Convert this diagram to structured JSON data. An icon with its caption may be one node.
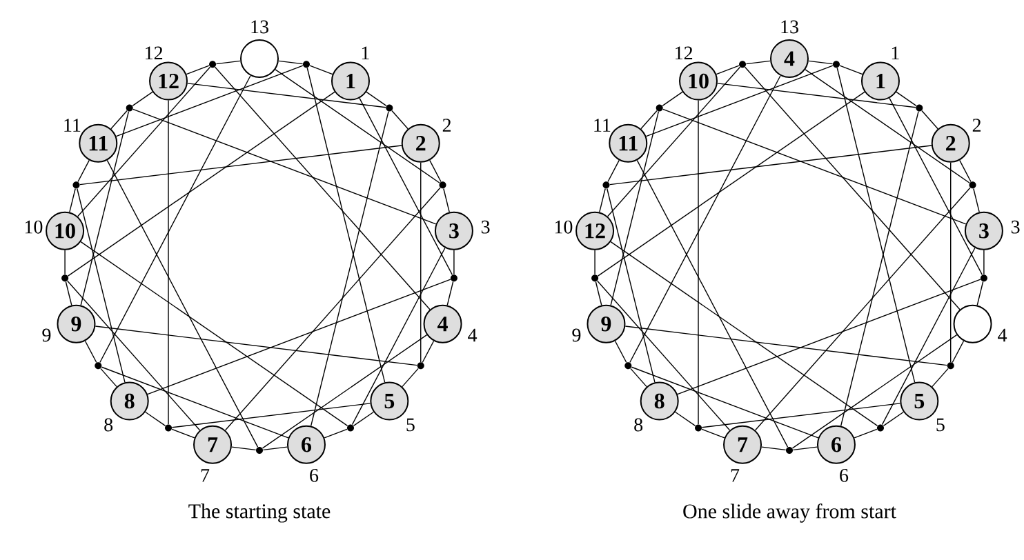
{
  "diagram": {
    "nodes": [
      {
        "text": [
          "1"
        ],
        "beside": [
          "1"
        ]
      },
      {
        "text": [
          "2"
        ],
        "beside": [
          "2"
        ]
      },
      {
        "text": [
          "3"
        ],
        "beside": [
          "3"
        ]
      },
      {
        "text": [
          "4"
        ],
        "beside": [
          "4"
        ]
      },
      {
        "text": [
          "5"
        ],
        "beside": [
          "5"
        ]
      },
      {
        "text": [
          "6"
        ],
        "beside": [
          "6"
        ]
      },
      {
        "text": [
          "7"
        ],
        "beside": [
          "7"
        ]
      },
      {
        "text": [
          "8"
        ],
        "beside": [
          "8"
        ]
      },
      {
        "text": [
          "9"
        ],
        "beside": [
          "9"
        ]
      },
      {
        "text": [
          "10"
        ],
        "beside": [
          "10"
        ]
      },
      {
        "text": [
          "11"
        ],
        "beside": [
          "11"
        ]
      },
      {
        "text": [
          "12"
        ],
        "beside": [
          "12"
        ]
      },
      {
        "text": [],
        "shape": "circle",
        "beside": [
          "13"
        ]
      },
      {
        "text": [],
        "shape": "circle"
      },
      {
        "text": [],
        "shape": "circle"
      },
      {
        "text": [],
        "shape": "circle"
      },
      {
        "text": [],
        "shape": "circle"
      },
      {
        "text": [],
        "shape": "circle"
      },
      {
        "text": [],
        "shape": "circle"
      },
      {
        "text": [],
        "shape": "circle"
      },
      {
        "text": [],
        "shape": "circle"
      },
      {
        "text": [],
        "shape": "circle"
      },
      {
        "text": [],
        "shape": "circle"
      },
      {
        "text": [],
        "shape": "circle"
      },
      {
        "text": [],
        "shape": "circle"
      },
      {
        "text": [],
        "shape": "circle"
      },
      {
        "text": [
          "1"
        ],
        "beside": [
          "1"
        ]
      },
      {
        "text": [
          "2"
        ],
        "beside": [
          "2"
        ]
      },
      {
        "text": [
          "3"
        ],
        "beside": [
          "3"
        ]
      },
      {
        "text": [],
        "shape": "circle",
        "beside": [
          "4"
        ]
      },
      {
        "text": [
          "5"
        ],
        "beside": [
          "5"
        ]
      },
      {
        "text": [
          "6"
        ],
        "beside": [
          "6"
        ]
      },
      {
        "text": [
          "7"
        ],
        "beside": [
          "7"
        ]
      },
      {
        "text": [
          "8"
        ],
        "beside": [
          "8"
        ]
      },
      {
        "text": [
          "9"
        ],
        "beside": [
          "9"
        ]
      },
      {
        "text": [
          "12"
        ],
        "beside": [
          "10"
        ]
      },
      {
        "text": [
          "11"
        ],
        "beside": [
          "11"
        ]
      },
      {
        "text": [
          "10"
        ],
        "beside": [
          "12"
        ]
      },
      {
        "text": [
          "4"
        ],
        "beside": [
          "13"
        ]
      },
      {
        "text": [],
        "shape": "circle"
      },
      {
        "text": [],
        "shape": "circle"
      },
      {
        "text": [],
        "shape": "circle"
      },
      {
        "text": [],
        "shape": "circle"
      },
      {
        "text": [],
        "shape": "circle"
      },
      {
        "text": [],
        "shape": "circle"
      },
      {
        "text": [],
        "shape": "circle"
      },
      {
        "text": [],
        "shape": "circle"
      },
      {
        "text": [],
        "shape": "circle"
      },
      {
        "text": [],
        "shape": "circle"
      },
      {
        "text": [],
        "shape": "circle"
      },
      {
        "text": [],
        "shape": "circle"
      },
      {
        "text": [],
        "shape": "circle"
      }
    ],
    "edges": [
      {
        "from": 12,
        "to": 13,
        "arrow": "none"
      },
      {
        "from": 13,
        "to": 0,
        "arrow": "none"
      },
      {
        "from": 0,
        "to": 14,
        "arrow": "none"
      },
      {
        "from": 14,
        "to": 1,
        "arrow": "none"
      },
      {
        "from": 1,
        "to": 15,
        "arrow": "none"
      },
      {
        "from": 15,
        "to": 2,
        "arrow": "none"
      },
      {
        "from": 2,
        "to": 16,
        "arrow": "none"
      },
      {
        "from": 16,
        "to": 3,
        "arrow": "none"
      },
      {
        "from": 3,
        "to": 17,
        "arrow": "none"
      },
      {
        "from": 17,
        "to": 4,
        "arrow": "none"
      },
      {
        "from": 4,
        "to": 18,
        "arrow": "none"
      },
      {
        "from": 18,
        "to": 5,
        "arrow": "none"
      },
      {
        "from": 5,
        "to": 19,
        "arrow": "none"
      },
      {
        "from": 19,
        "to": 6,
        "arrow": "none"
      },
      {
        "from": 6,
        "to": 20,
        "arrow": "none"
      },
      {
        "from": 20,
        "to": 7,
        "arrow": "none"
      },
      {
        "from": 7,
        "to": 21,
        "arrow": "none"
      },
      {
        "from": 21,
        "to": 8,
        "arrow": "none"
      },
      {
        "from": 8,
        "to": 22,
        "arrow": "none"
      },
      {
        "from": 22,
        "to": 9,
        "arrow": "none"
      },
      {
        "from": 9,
        "to": 23,
        "arrow": "none"
      },
      {
        "from": 23,
        "to": 10,
        "arrow": "none"
      },
      {
        "from": 10,
        "to": 24,
        "arrow": "none"
      },
      {
        "from": 24,
        "to": 11,
        "arrow": "none"
      },
      {
        "from": 11,
        "to": 25,
        "arrow": "none"
      },
      {
        "from": 25,
        "to": 12,
        "arrow": "none"
      },
      {
        "from": 12,
        "to": 15,
        "arrow": "none"
      },
      {
        "from": 12,
        "to": 21,
        "arrow": "none"
      },
      {
        "from": 0,
        "to": 16,
        "arrow": "none"
      },
      {
        "from": 0,
        "to": 22,
        "arrow": "none"
      },
      {
        "from": 1,
        "to": 17,
        "arrow": "none"
      },
      {
        "from": 1,
        "to": 23,
        "arrow": "none"
      },
      {
        "from": 2,
        "to": 18,
        "arrow": "none"
      },
      {
        "from": 2,
        "to": 24,
        "arrow": "none"
      },
      {
        "from": 3,
        "to": 19,
        "arrow": "none"
      },
      {
        "from": 3,
        "to": 25,
        "arrow": "none"
      },
      {
        "from": 4,
        "to": 20,
        "arrow": "none"
      },
      {
        "from": 4,
        "to": 13,
        "arrow": "none"
      },
      {
        "from": 5,
        "to": 21,
        "arrow": "none"
      },
      {
        "from": 5,
        "to": 14,
        "arrow": "none"
      },
      {
        "from": 6,
        "to": 22,
        "arrow": "none"
      },
      {
        "from": 6,
        "to": 15,
        "arrow": "none"
      },
      {
        "from": 7,
        "to": 23,
        "arrow": "none"
      },
      {
        "from": 7,
        "to": 16,
        "arrow": "none"
      },
      {
        "from": 8,
        "to": 24,
        "arrow": "none"
      },
      {
        "from": 8,
        "to": 17,
        "arrow": "none"
      },
      {
        "from": 9,
        "to": 25,
        "arrow": "none"
      },
      {
        "from": 9,
        "to": 18,
        "arrow": "none"
      },
      {
        "from": 10,
        "to": 13,
        "arrow": "none"
      },
      {
        "from": 10,
        "to": 19,
        "arrow": "none"
      },
      {
        "from": 11,
        "to": 14,
        "arrow": "none"
      },
      {
        "from": 11,
        "to": 20,
        "arrow": "none"
      },
      {
        "from": 38,
        "to": 39,
        "arrow": "none"
      },
      {
        "from": 39,
        "to": 26,
        "arrow": "none"
      },
      {
        "from": 26,
        "to": 40,
        "arrow": "none"
      },
      {
        "from": 40,
        "to": 27,
        "arrow": "none"
      },
      {
        "from": 27,
        "to": 41,
        "arrow": "none"
      },
      {
        "from": 41,
        "to": 28,
        "arrow": "none"
      },
      {
        "from": 28,
        "to": 42,
        "arrow": "none"
      },
      {
        "from": 42,
        "to": 29,
        "arrow": "none"
      },
      {
        "from": 29,
        "to": 43,
        "arrow": "none"
      },
      {
        "from": 43,
        "to": 30,
        "arrow": "none"
      },
      {
        "from": 30,
        "to": 44,
        "arrow": "none"
      },
      {
        "from": 44,
        "to": 31,
        "arrow": "none"
      },
      {
        "from": 31,
        "to": 45,
        "arrow": "none"
      },
      {
        "from": 45,
        "to": 32,
        "arrow": "none"
      },
      {
        "from": 32,
        "to": 46,
        "arrow": "none"
      },
      {
        "from": 46,
        "to": 33,
        "arrow": "none"
      },
      {
        "from": 33,
        "to": 47,
        "arrow": "none"
      },
      {
        "from": 47,
        "to": 34,
        "arrow": "none"
      },
      {
        "from": 34,
        "to": 48,
        "arrow": "none"
      },
      {
        "from": 48,
        "to": 35,
        "arrow": "none"
      },
      {
        "from": 35,
        "to": 49,
        "arrow": "none"
      },
      {
        "from": 49,
        "to": 36,
        "arrow": "none"
      },
      {
        "from": 36,
        "to": 50,
        "arrow": "none"
      },
      {
        "from": 50,
        "to": 37,
        "arrow": "none"
      },
      {
        "from": 37,
        "to": 51,
        "arrow": "none"
      },
      {
        "from": 51,
        "to": 38,
        "arrow": "none"
      },
      {
        "from": 38,
        "to": 41,
        "arrow": "none"
      },
      {
        "from": 38,
        "to": 47,
        "arrow": "none"
      },
      {
        "from": 26,
        "to": 42,
        "arrow": "none"
      },
      {
        "from": 26,
        "to": 48,
        "arrow": "none"
      },
      {
        "from": 27,
        "to": 43,
        "arrow": "none"
      },
      {
        "from": 27,
        "to": 49,
        "arrow": "none"
      },
      {
        "from": 28,
        "to": 44,
        "arrow": "none"
      },
      {
        "from": 28,
        "to": 50,
        "arrow": "none"
      },
      {
        "from": 29,
        "to": 45,
        "arrow": "none"
      },
      {
        "from": 29,
        "to": 51,
        "arrow": "none"
      },
      {
        "from": 30,
        "to": 46,
        "arrow": "none"
      },
      {
        "from": 30,
        "to": 39,
        "arrow": "none"
      },
      {
        "from": 31,
        "to": 47,
        "arrow": "none"
      },
      {
        "from": 31,
        "to": 40,
        "arrow": "none"
      },
      {
        "from": 32,
        "to": 48,
        "arrow": "none"
      },
      {
        "from": 32,
        "to": 41,
        "arrow": "none"
      },
      {
        "from": 33,
        "to": 49,
        "arrow": "none"
      },
      {
        "from": 33,
        "to": 42,
        "arrow": "none"
      },
      {
        "from": 34,
        "to": 50,
        "arrow": "none"
      },
      {
        "from": 34,
        "to": 43,
        "arrow": "none"
      },
      {
        "from": 35,
        "to": 51,
        "arrow": "none"
      },
      {
        "from": 35,
        "to": 44,
        "arrow": "none"
      },
      {
        "from": 36,
        "to": 39,
        "arrow": "none"
      },
      {
        "from": 36,
        "to": 45,
        "arrow": "none"
      },
      {
        "from": 37,
        "to": 40,
        "arrow": "none"
      },
      {
        "from": 37,
        "to": 46,
        "arrow": "none"
      }
    ],
    "labels": [
      "The starting state",
      "One slide away from start"
    ]
  }
}
